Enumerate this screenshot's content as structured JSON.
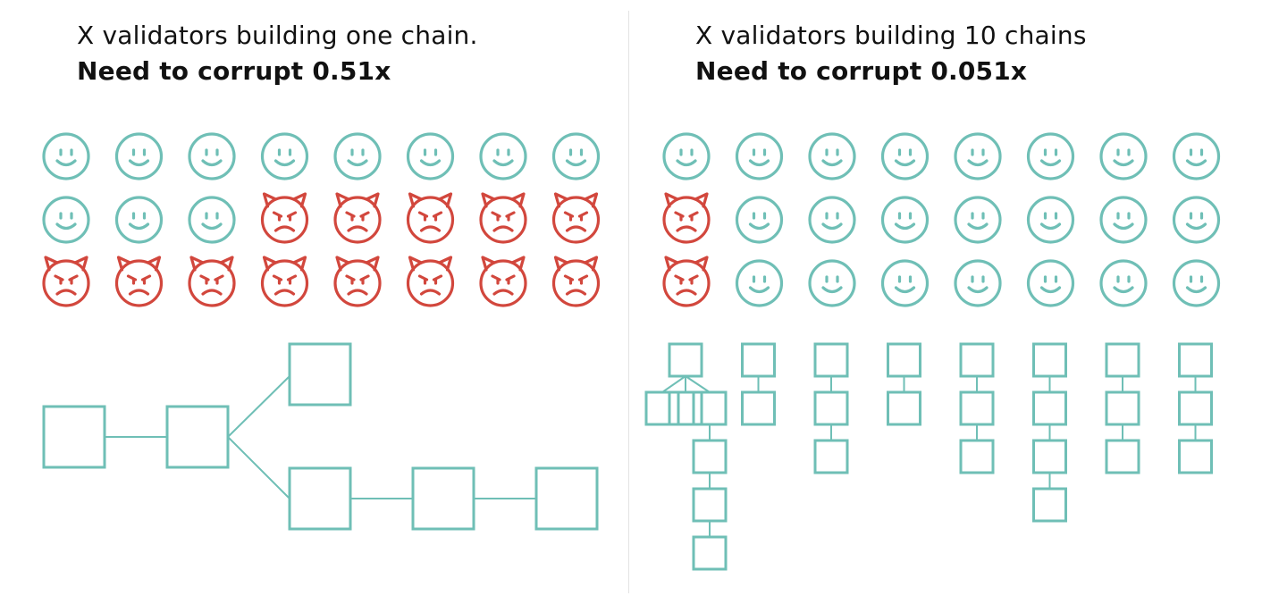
{
  "colors": {
    "good": "#6fbfb6",
    "bad": "#d2473d",
    "block": "#6fbfb6",
    "divider": "#e3e3e3"
  },
  "left": {
    "title": "X validators building one chain.",
    "subtitle": "Need to corrupt 0.51x",
    "validators": [
      [
        "good",
        "good",
        "good",
        "good",
        "good",
        "good",
        "good",
        "good"
      ],
      [
        "good",
        "good",
        "good",
        "bad",
        "bad",
        "bad",
        "bad",
        "bad"
      ],
      [
        "bad",
        "bad",
        "bad",
        "bad",
        "bad",
        "bad",
        "bad",
        "bad"
      ]
    ],
    "chain_blocks": 6,
    "chain_links": [
      [
        0,
        1
      ],
      [
        1,
        2
      ],
      [
        1,
        3
      ],
      [
        3,
        4
      ],
      [
        4,
        5
      ]
    ]
  },
  "right": {
    "title": "X validators building 10 chains",
    "subtitle": "Need to corrupt 0.051x",
    "validators": [
      [
        "good",
        "good",
        "good",
        "good",
        "good",
        "good",
        "good",
        "good"
      ],
      [
        "bad",
        "good",
        "good",
        "good",
        "good",
        "good",
        "good",
        "good"
      ],
      [
        "bad",
        "good",
        "good",
        "good",
        "good",
        "good",
        "good",
        "good"
      ]
    ],
    "chain_lengths": [
      2,
      2,
      3,
      2,
      3,
      4,
      3,
      3
    ],
    "forked_chain_extra": 3
  },
  "icons": {
    "good": "smiley-face-icon",
    "bad": "angry-devil-face-icon"
  }
}
